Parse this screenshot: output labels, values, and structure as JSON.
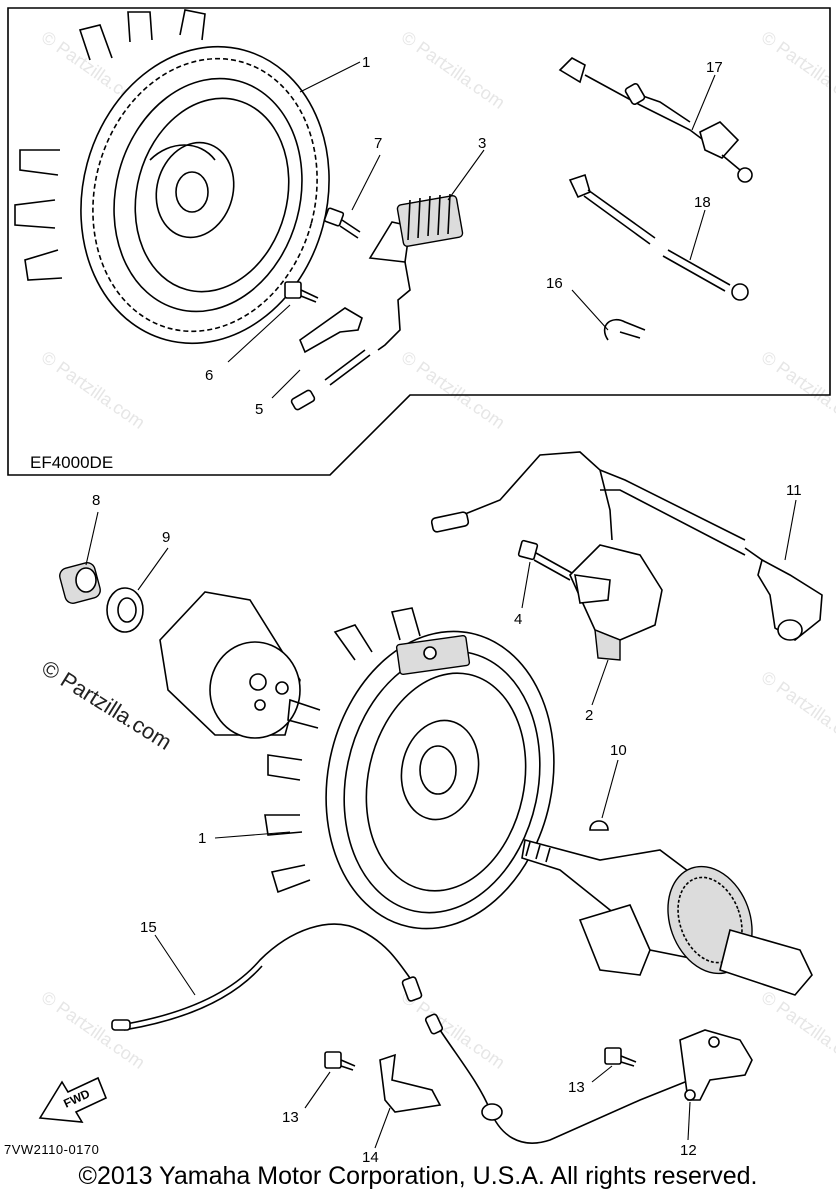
{
  "diagram": {
    "inset_label": "EF4000DE",
    "callouts": {
      "inset_flywheel": "1",
      "bolt_inset": "7",
      "charge_coil": "3",
      "wire_harness": "17",
      "lead_wire": "18",
      "clamp": "16",
      "bolt_small": "6",
      "bracket_inset": "5",
      "collar": "8",
      "washer": "9",
      "ignition_coil": "2",
      "coil_bolt": "4",
      "spark_plug_cap": "11",
      "flywheel_main": "1",
      "key": "10",
      "bottom_lead": "15",
      "bottom_bolt_left": "13",
      "bottom_bracket": "14",
      "bottom_bolt_right": "13",
      "sensor": "12"
    },
    "fwd_arrow_label": "FWD",
    "watermark_side": "© Partzilla.com",
    "watermark_tile": "© Partzilla.com"
  },
  "footer": {
    "ref_code": "7VW2110-0170",
    "copyright": "©2013 Yamaha Motor Corporation, U.S.A. All rights reserved."
  }
}
